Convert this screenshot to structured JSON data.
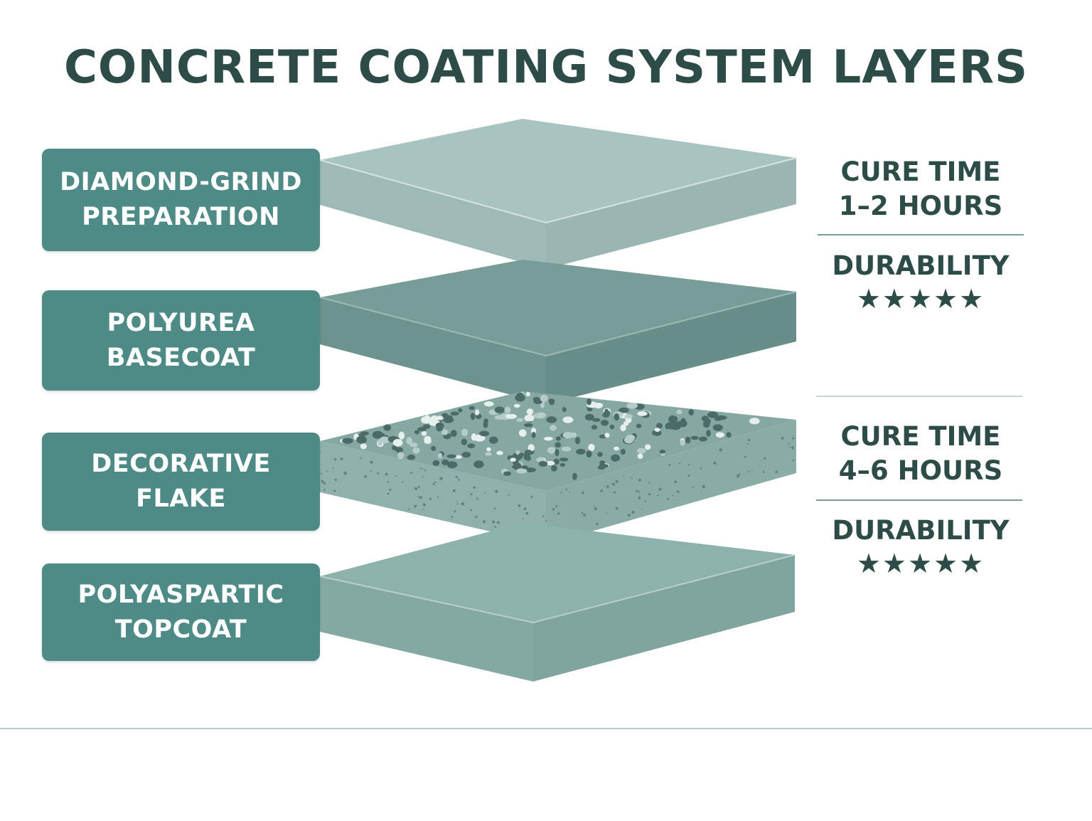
{
  "title": "CONCRETE COATING SYSTEM LAYERS",
  "layers": [
    {
      "label": "DIAMOND-GRIND\nPREPARATION",
      "top_color": "#a7c4c0",
      "front_color": "#9ebbb7"
    },
    {
      "label": "POLYUREA\nBASECOAT",
      "top_color": "#749a95",
      "front_color": "#6b918c"
    },
    {
      "label": "DECORATIVE\nFLAKE",
      "top_color": "#86a8a3",
      "front_color": "#8db0ab"
    },
    {
      "label": "POLYASPARTIC\nTOPCOAT",
      "top_color": "#8cb0aa",
      "front_color": "#83a7a1"
    }
  ],
  "info": [
    {
      "cure_label": "CURE TIME",
      "cure_value": "1–2 HOURS",
      "durability_label": "DURABILITY",
      "stars": "★★★★★",
      "rating": 5
    },
    {
      "cure_label": "CURE TIME",
      "cure_value": "4–6 HOURS",
      "durability_label": "DURABILITY",
      "stars": "★★★★★",
      "rating": 5
    }
  ],
  "colors": {
    "label_bg": "#4f8b86",
    "text_dark": "#2e4c47",
    "flake_dark": "#4a6b67",
    "flake_light": "#e7efed"
  }
}
